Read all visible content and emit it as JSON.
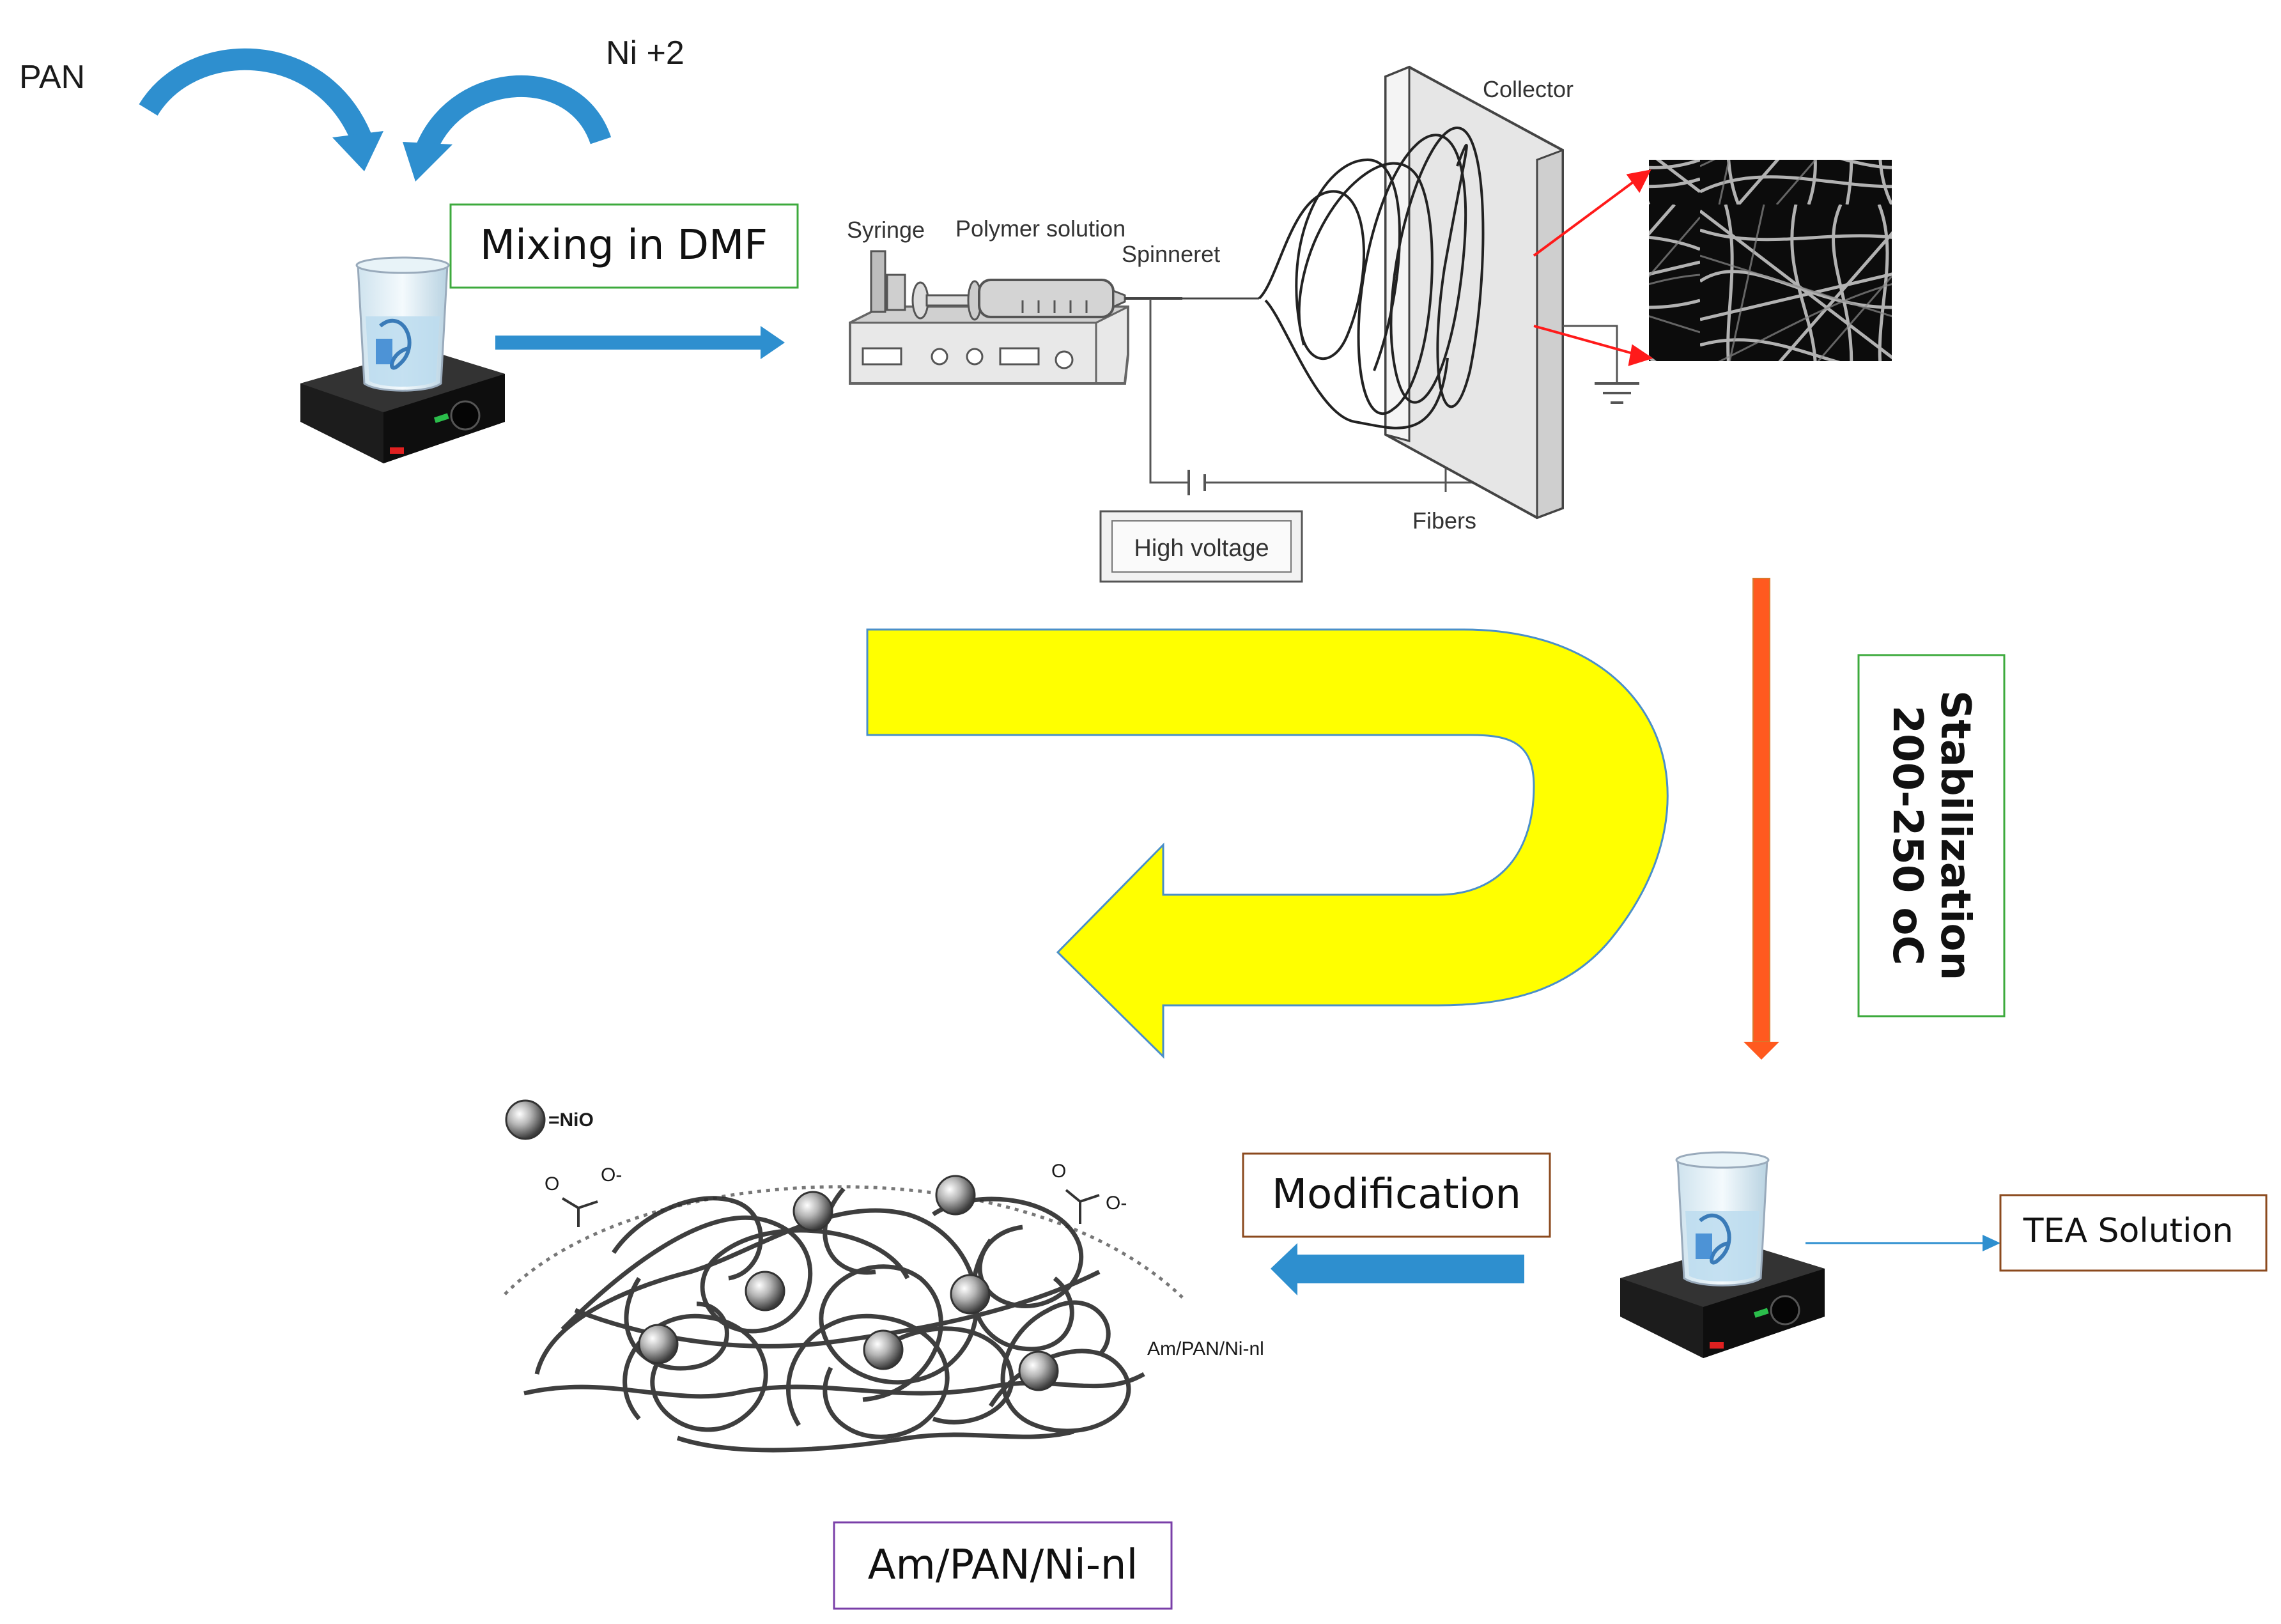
{
  "inputs": {
    "pan": "PAN",
    "ni": "Ni +2"
  },
  "steps": {
    "mixing": "Mixing in DMF",
    "stabilization_line1": "Stabilization",
    "stabilization_line2": "200-250 oC",
    "modification": "Modification",
    "tea_solution": "TEA Solution",
    "product": "Am/PAN/Ni-nl"
  },
  "electrospinning": {
    "syringe": "Syringe",
    "polymer_solution": "Polymer solution",
    "spinneret": "Spinneret",
    "collector": "Collector",
    "fibers": "Fibers",
    "high_voltage": "High voltage"
  },
  "composite": {
    "legend": "=NiO",
    "label": "Am/PAN/Ni-nl",
    "carboxyl_o": "O",
    "carboxyl_ominus": "O-"
  },
  "colors": {
    "blue_arrow": "#2e8fcf",
    "green_border": "#3daa3d",
    "brown_border": "#8b4a1e",
    "purple_border": "#7a3fa8",
    "yellow_arrow": "#ffff00",
    "orange_arrow": "#ff5a1f",
    "red_arrow": "#ff1a1a"
  }
}
